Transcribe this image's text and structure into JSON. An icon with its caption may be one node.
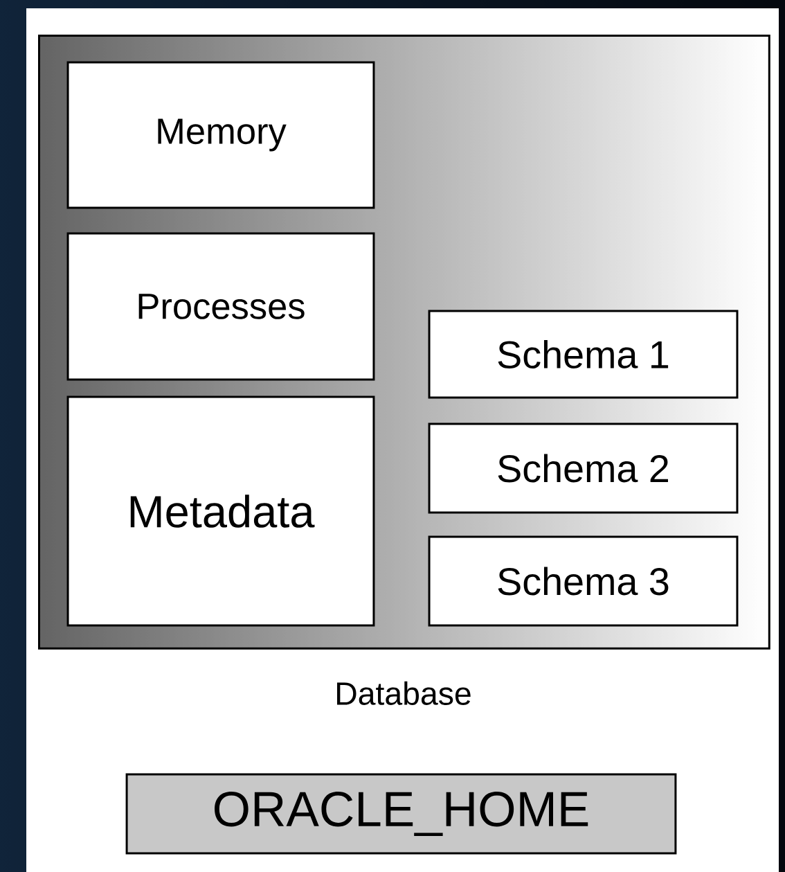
{
  "diagram": {
    "nodes": [
      {
        "text": [
          "Database"
        ]
      },
      {
        "text": [
          "Memory"
        ],
        "in": 0
      },
      {
        "text": [
          "Processes"
        ],
        "in": 0
      },
      {
        "text": [
          "Metadata"
        ],
        "in": 0
      },
      {
        "text": [
          "Schema 1"
        ],
        "in": 0
      },
      {
        "text": [
          "Schema 2"
        ],
        "in": 0
      },
      {
        "text": [
          "Schema 3"
        ],
        "in": 0
      },
      {
        "text": [
          "ORACLE_HOME"
        ]
      }
    ]
  }
}
